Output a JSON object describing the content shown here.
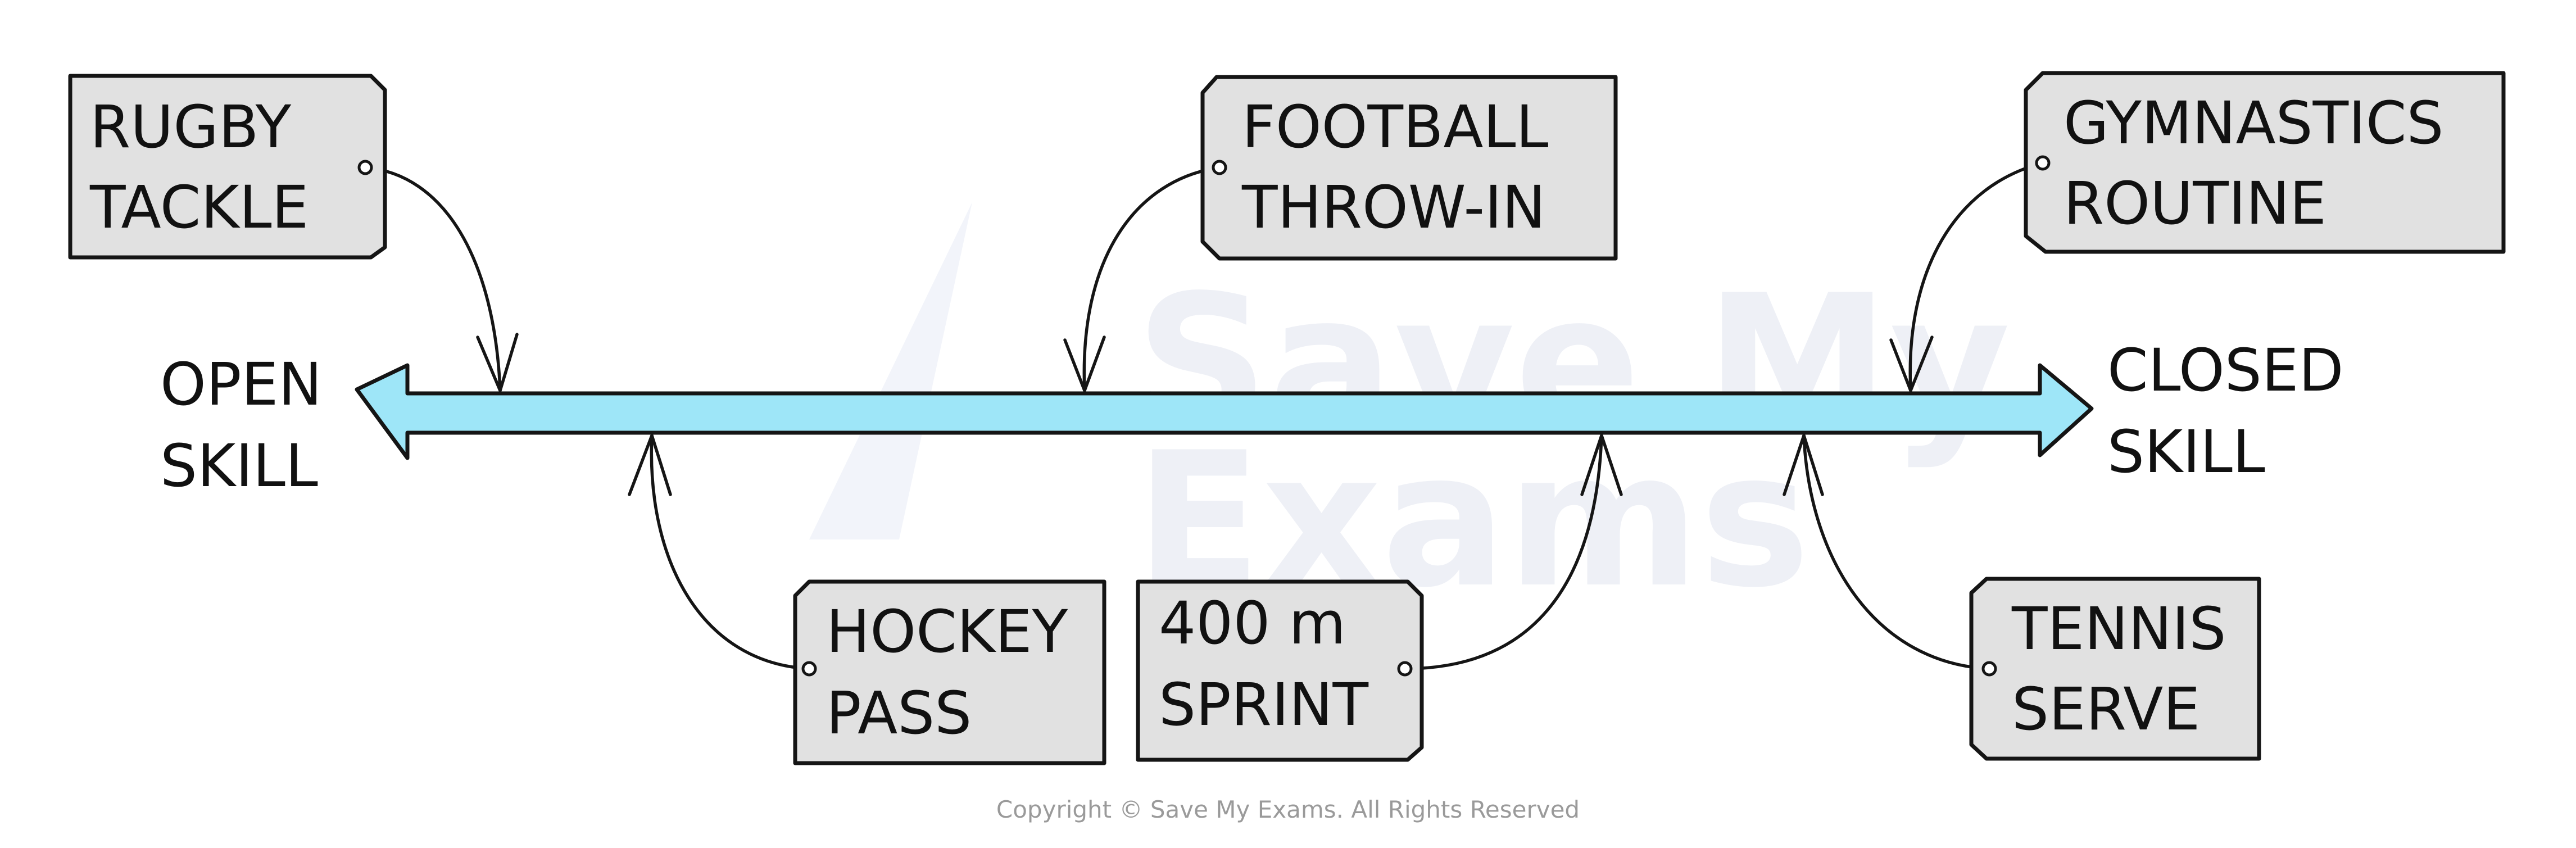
{
  "axis": {
    "left_label": [
      "OPEN",
      "SKILL"
    ],
    "right_label": [
      "CLOSED",
      "SKILL"
    ],
    "arrow_color": "#9ee6f8"
  },
  "tags": [
    {
      "id": "rugby",
      "lines": [
        "RUGBY",
        "TACKLE"
      ]
    },
    {
      "id": "football",
      "lines": [
        "FOOTBALL",
        "THROW-IN"
      ]
    },
    {
      "id": "gymnastics",
      "lines": [
        "GYMNASTICS",
        "ROUTINE"
      ]
    },
    {
      "id": "hockey",
      "lines": [
        "HOCKEY",
        "PASS"
      ]
    },
    {
      "id": "sprint",
      "lines": [
        "400 m",
        "SPRINT"
      ]
    },
    {
      "id": "tennis",
      "lines": [
        "TENNIS",
        "SERVE"
      ]
    }
  ],
  "watermark": [
    "Save My",
    "Exams"
  ],
  "copyright": "Copyright © Save My Exams. All Rights Reserved"
}
